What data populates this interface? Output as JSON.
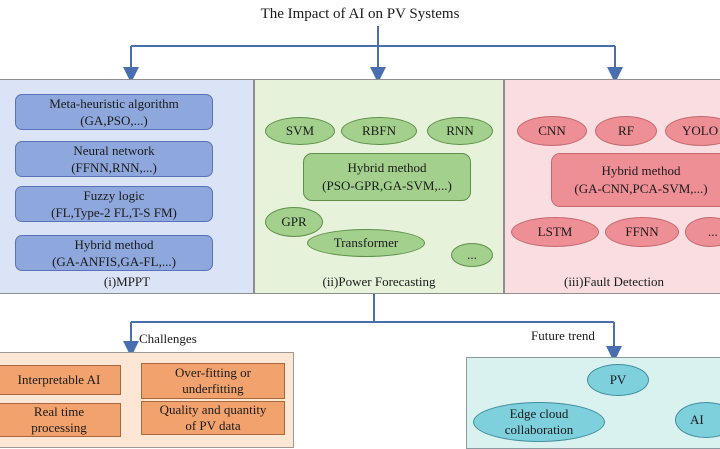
{
  "title": "The Impact of AI on PV Systems",
  "mppt": {
    "caption": "(i)MPPT",
    "items": [
      {
        "l1": "Meta-heuristic algorithm",
        "l2": "(GA,PSO,...)"
      },
      {
        "l1": "Neural network",
        "l2": "(FFNN,RNN,...)"
      },
      {
        "l1": "Fuzzy logic",
        "l2": "(FL,Type-2 FL,T-S FM)"
      },
      {
        "l1": "Hybrid method",
        "l2": "(GA-ANFIS,GA-FL,...)"
      }
    ]
  },
  "forecast": {
    "caption": "(ii)Power Forecasting",
    "svm": "SVM",
    "rbfn": "RBFN",
    "rnn": "RNN",
    "hybrid_l1": "Hybrid method",
    "hybrid_l2": "(PSO-GPR,GA-SVM,...)",
    "gpr": "GPR",
    "more": "...",
    "transformer": "Transformer"
  },
  "fault": {
    "caption": "(iii)Fault Detection",
    "cnn": "CNN",
    "rf": "RF",
    "yolo": "YOLO",
    "hybrid_l1": "Hybrid method",
    "hybrid_l2": "(GA-CNN,PCA-SVM,...)",
    "lstm": "LSTM",
    "ffnn": "FFNN",
    "more": "..."
  },
  "challenges": {
    "label": "Challenges",
    "items": [
      {
        "l1": "Interpretable AI",
        "l2": ""
      },
      {
        "l1": "Over-fitting or",
        "l2": "underfitting"
      },
      {
        "l1": "Real time",
        "l2": "processing"
      },
      {
        "l1": "Quality and quantity",
        "l2": "of PV data"
      }
    ]
  },
  "future": {
    "label": "Future trend",
    "pv": "PV",
    "edge_l1": "Edge cloud",
    "edge_l2": "collaboration",
    "ai": "AI"
  },
  "colors": {
    "connector": "#4a6fb0",
    "mppt_panel": "#dbe3f6",
    "forecast_panel": "#e6f2da",
    "fault_panel": "#f9dde0",
    "challenges_panel": "#fde6d4",
    "future_panel": "#d9f1ef"
  }
}
